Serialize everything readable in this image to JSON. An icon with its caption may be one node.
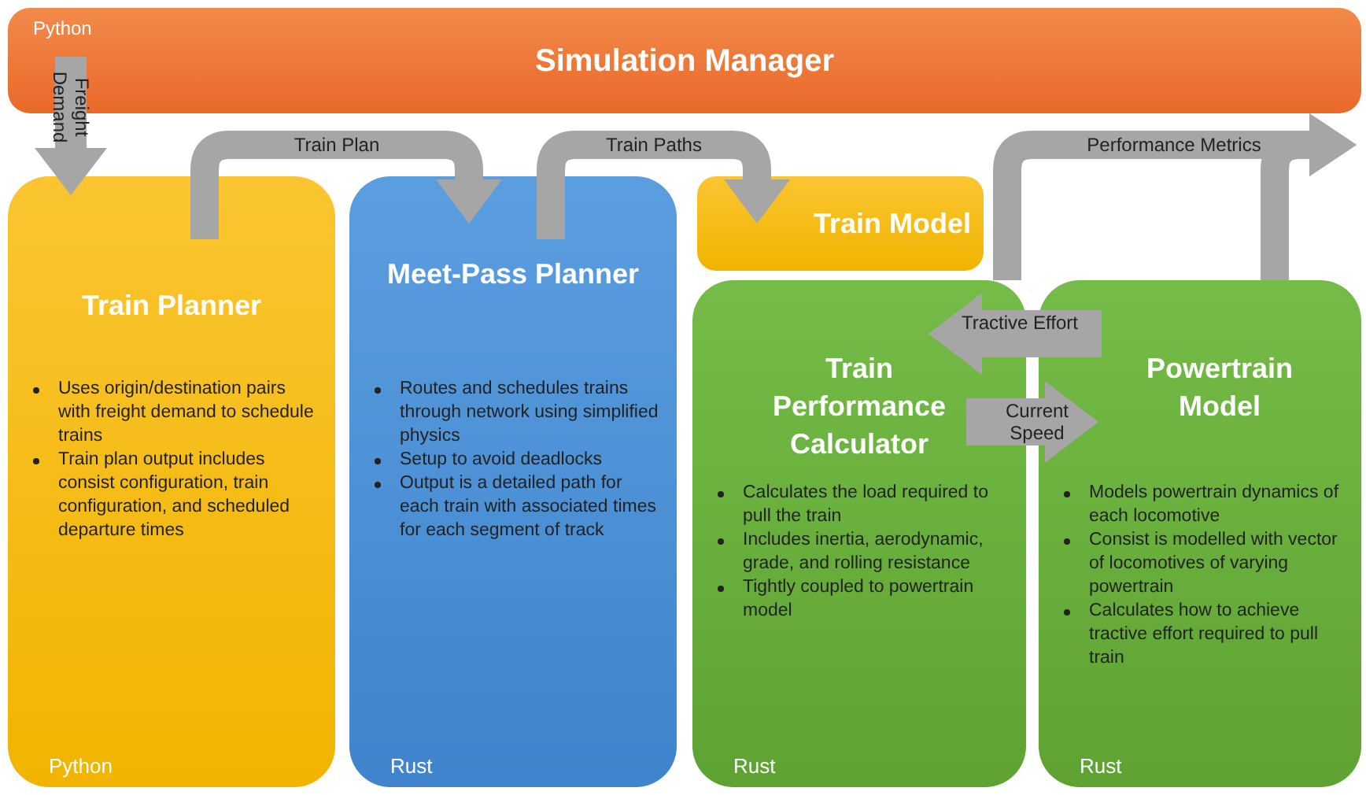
{
  "diagram": {
    "nodes": [
      {
        "text": [
          "Python",
          "Simulation Manager"
        ]
      },
      {
        "text": [
          "Train Planner",
          "Uses origin/destination pairs with freight demand to schedule trains",
          "Train plan output includes consist configuration, train configuration, and scheduled departure times",
          "Python"
        ]
      },
      {
        "text": [
          "Meet-Pass Planner",
          "Routes and schedules trains through network using simplified physics",
          "Setup to avoid deadlocks",
          "Output is a detailed path for each train with associated times for each segment of track",
          "Rust"
        ]
      },
      {
        "text": [
          "Train Model"
        ]
      },
      {
        "text": [
          "Train Performance Calculator",
          "Calculates the load required to pull the train",
          "Includes inertia, aerodynamic, grade, and rolling resistance",
          "Tightly coupled to powertrain model",
          "Rust"
        ]
      },
      {
        "text": [
          "Powertrain Model",
          "Models powertrain dynamics of each locomotive",
          "Consist is modelled with vector of locomotives of varying powertrain",
          "Calculates how to achieve tractive effort required to pull train",
          "Rust"
        ]
      }
    ],
    "edges": [
      {
        "from": 0,
        "to": 1,
        "arrow": "to",
        "label": "Freight Demand"
      },
      {
        "from": 1,
        "to": 2,
        "arrow": "to",
        "label": "Train Plan"
      },
      {
        "from": 2,
        "to": 3,
        "arrow": "to",
        "label": "Train Paths"
      },
      {
        "from": 4,
        "to": 0,
        "arrow": "to",
        "label": "Performance Metrics"
      },
      {
        "from": 5,
        "to": 0,
        "arrow": "to"
      },
      {
        "from": 5,
        "to": 4,
        "arrow": "to",
        "label": "Tractive Effort"
      },
      {
        "from": 4,
        "to": 5,
        "arrow": "to",
        "label": "Current Speed"
      }
    ]
  }
}
